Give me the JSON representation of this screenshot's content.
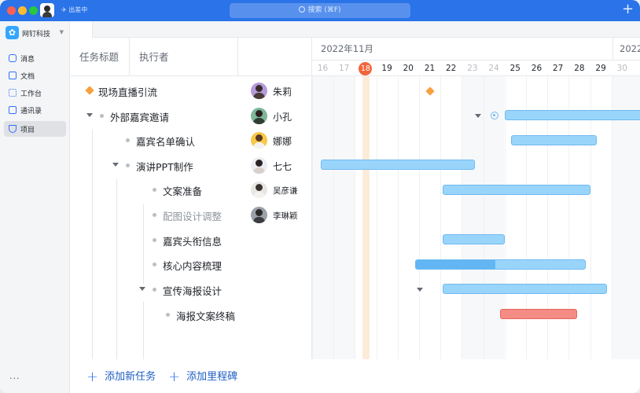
{
  "titlebar": {
    "status_text": "出差中",
    "search_placeholder": "搜索 (⌘F)",
    "add_icon": "plus-icon",
    "colors": {
      "bar": "#2a73e8",
      "close": "#ff5f57",
      "minimize": "#febc2e",
      "zoom": "#28c840"
    }
  },
  "sidebar": {
    "org_name": "网钉科技",
    "items": [
      {
        "label": "消息",
        "icon": "message-icon"
      },
      {
        "label": "文档",
        "icon": "document-icon"
      },
      {
        "label": "工作台",
        "icon": "workbench-icon"
      },
      {
        "label": "通讯录",
        "icon": "contacts-icon"
      },
      {
        "label": "项目",
        "icon": "project-icon",
        "active": true
      }
    ],
    "more": "···"
  },
  "table": {
    "col_task": "任务标题",
    "col_assignee": "执行者",
    "tasks": [
      {
        "label": "现场直播引流",
        "type": "milestone"
      },
      {
        "label": "外部嘉宾邀请",
        "type": "group"
      },
      {
        "label": "嘉宾名单确认",
        "type": "task"
      },
      {
        "label": "演讲PPT制作",
        "type": "group"
      },
      {
        "label": "文案准备",
        "type": "task"
      },
      {
        "label": "配图设计调整",
        "type": "task",
        "muted": true
      },
      {
        "label": "嘉宾头衔信息",
        "type": "task"
      },
      {
        "label": "核心内容梳理",
        "type": "task"
      },
      {
        "label": "宣传海报设计",
        "type": "group"
      },
      {
        "label": "海报文案终稿",
        "type": "task"
      }
    ],
    "assignees": [
      "朱莉",
      "小孔",
      "娜娜",
      "七七",
      "吴彦谦",
      "李琳颖"
    ]
  },
  "timeline": {
    "months": [
      "2022年11月",
      "2022"
    ],
    "days": [
      "16",
      "17",
      "18",
      "19",
      "20",
      "21",
      "22",
      "23",
      "24",
      "25",
      "26",
      "27",
      "28",
      "29",
      "30"
    ],
    "today": "18",
    "weekend_days": [
      "16",
      "17",
      "23",
      "24",
      "30"
    ],
    "bars": [
      {
        "row": 0,
        "kind": "milestone",
        "day": 21
      },
      {
        "row": 1,
        "kind": "bar",
        "start": 25.0,
        "end": 31.5,
        "has_caret": true,
        "has_marker": true
      },
      {
        "row": 2,
        "kind": "bar",
        "start": 25.3,
        "end": 29.3
      },
      {
        "row": 3,
        "kind": "bar",
        "start": 16.4,
        "end": 23.6
      },
      {
        "row": 4,
        "kind": "bar",
        "start": 22.1,
        "end": 29.0
      },
      {
        "row": 6,
        "kind": "bar",
        "start": 22.1,
        "end": 25.0
      },
      {
        "row": 7,
        "kind": "bar",
        "start": 20.8,
        "end": 28.8,
        "progress": 0.47
      },
      {
        "row": 8,
        "kind": "bar",
        "start": 22.1,
        "end": 29.8,
        "has_caret": true
      },
      {
        "row": 9,
        "kind": "bar",
        "start": 24.8,
        "end": 28.4,
        "color": "red"
      }
    ]
  },
  "footer": {
    "add_task": "添加新任务",
    "add_milestone": "添加里程碑"
  }
}
